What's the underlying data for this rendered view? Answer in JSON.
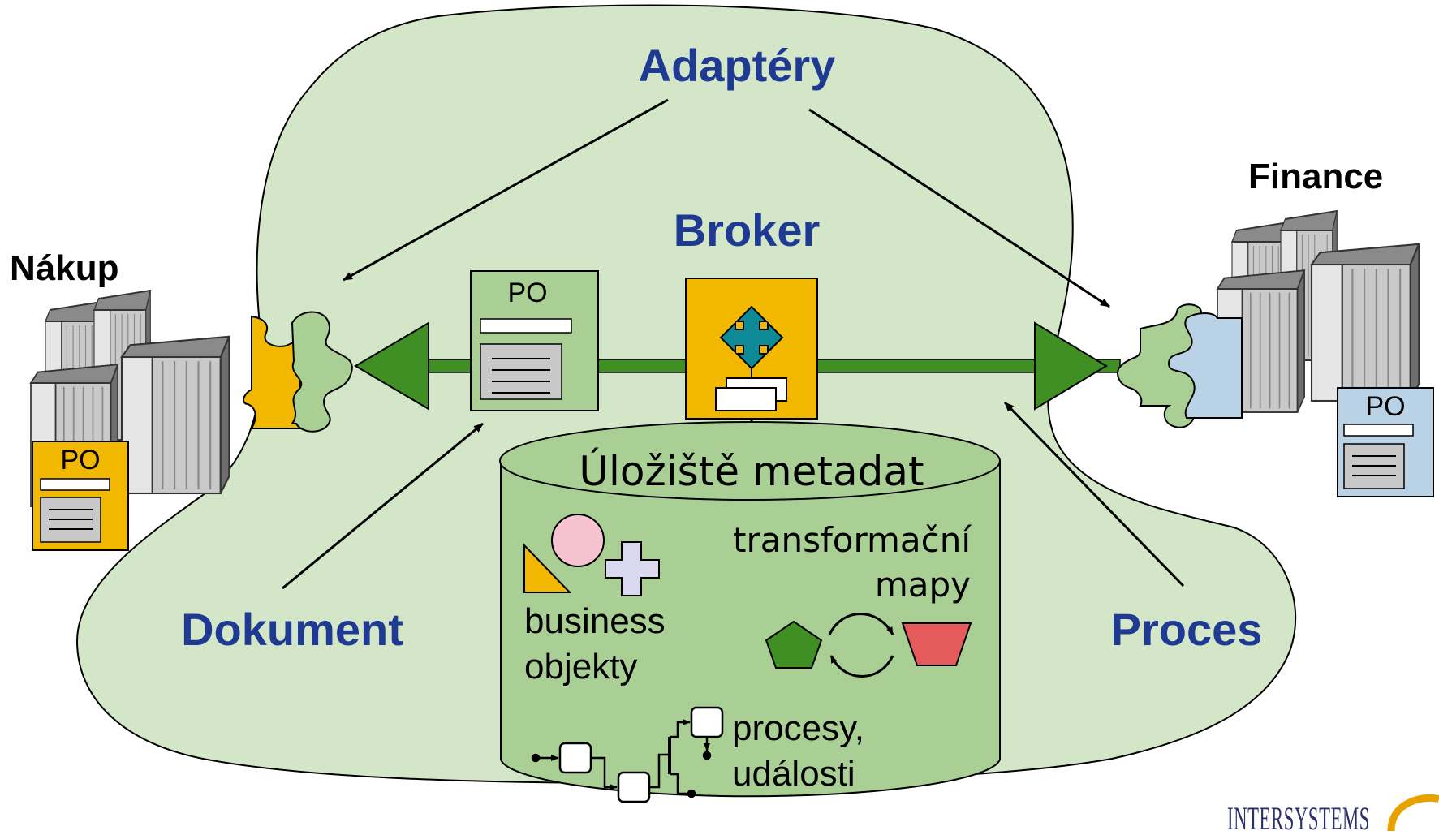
{
  "labels": {
    "adapters": "Adaptéry",
    "broker": "Broker",
    "document": "Dokument",
    "process": "Proces",
    "purchase": "Nákup",
    "finance": "Finance"
  },
  "doc_label": "PO",
  "repository": {
    "title": "Úložiště metadat",
    "business_objects_line1": "business",
    "business_objects_line2": "objekty",
    "transform_maps_line1": "transformační",
    "transform_maps_line2": "mapy",
    "processes_line1": "procesy,",
    "processes_line2": "události"
  },
  "brand": "INTERSYSTEMS",
  "colors": {
    "cloud": "#d3e6c8",
    "green_arrow": "#3f8f24",
    "broker": "#f2b800",
    "light_green": "#a9cf94",
    "light_blue": "#b9d2e6",
    "title_blue": "#1f3a93"
  }
}
